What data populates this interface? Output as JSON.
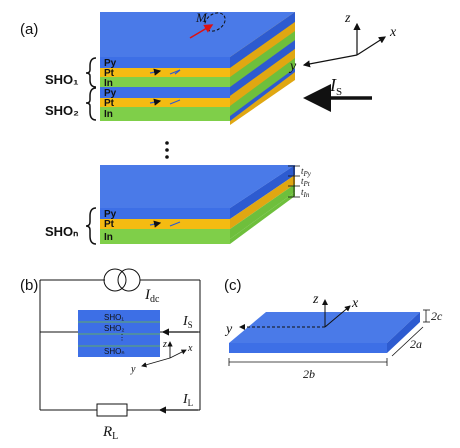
{
  "panel_a": {
    "label": "(a)",
    "magnetization_label": "M⃗",
    "layers": [
      "Py",
      "Pt",
      "In"
    ],
    "sho_labels": [
      "SHO₁",
      "SHO₂",
      "SHOₙ"
    ],
    "current_label": "I",
    "current_sub": "S",
    "axes": {
      "z": "z",
      "x": "x",
      "y": "y"
    },
    "thickness_labels": {
      "py": "t",
      "py_sub": "Py",
      "pt": "t",
      "pt_sub": "Pt",
      "in": "t",
      "in_sub": "In"
    }
  },
  "panel_b": {
    "label": "(b)",
    "idc": "I",
    "idc_sub": "dc",
    "is": "I",
    "is_sub": "S",
    "il": "I",
    "il_sub": "L",
    "rl": "R",
    "rl_sub": "L",
    "sho_list": [
      "SHO₁",
      "SHO₂",
      "SHOₙ"
    ],
    "axes": {
      "z": "z",
      "x": "x",
      "y": "y"
    }
  },
  "panel_c": {
    "label": "(c)",
    "axes": {
      "z": "z",
      "x": "x",
      "y": "y"
    },
    "dim_2c": "2c",
    "dim_2a": "2a",
    "dim_2b": "2b"
  },
  "colors": {
    "py": "#3d6fe6",
    "pt": "#f5bb12",
    "in": "#7fcf49",
    "side_dark": "#2d5bd0",
    "bg": "#ffffff"
  }
}
